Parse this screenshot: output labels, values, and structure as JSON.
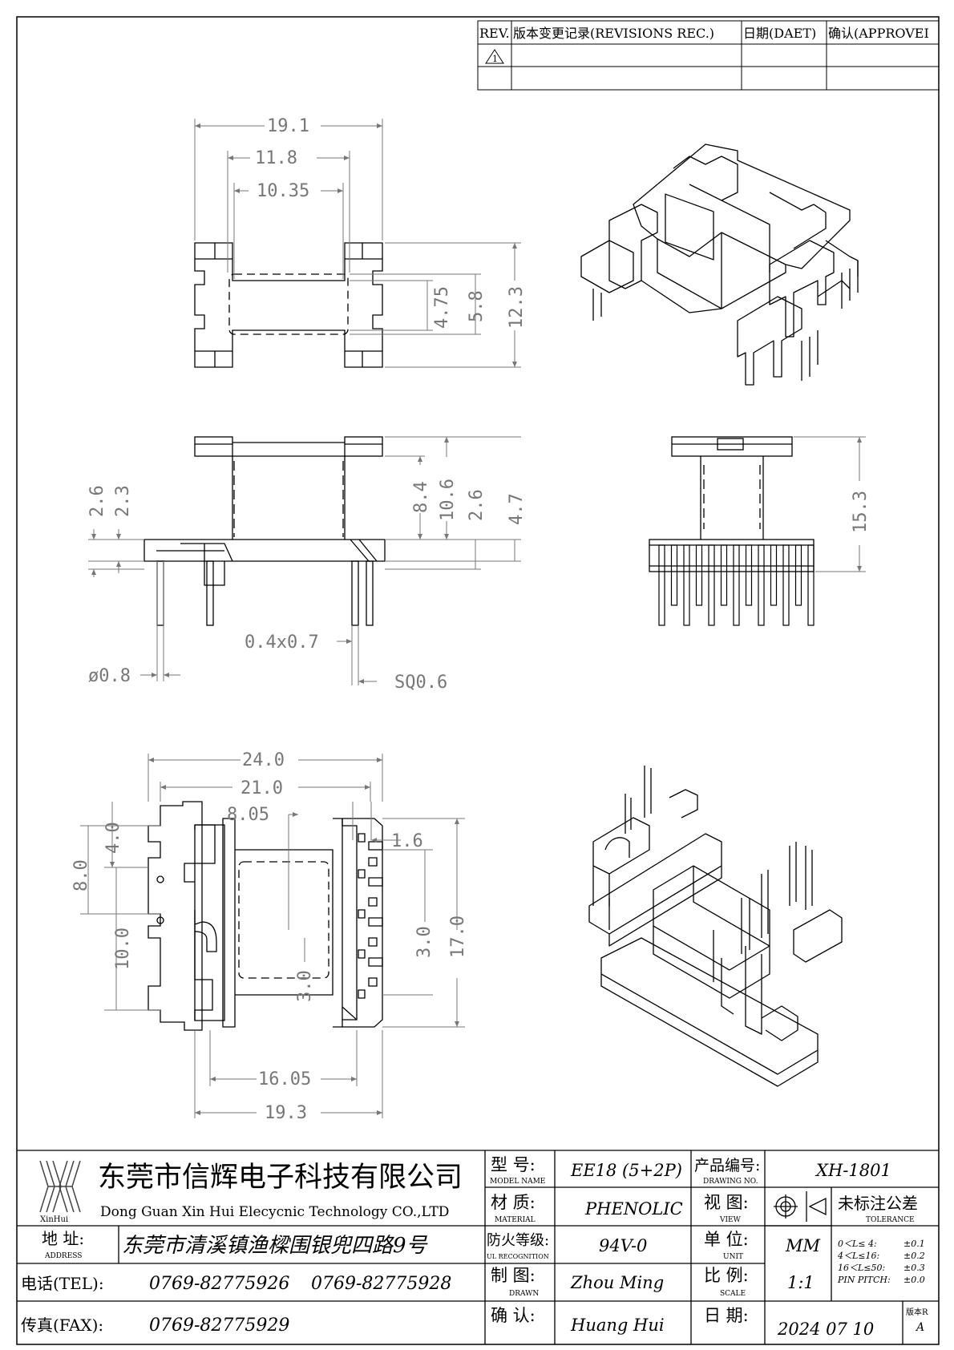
{
  "revision_table": {
    "headers": [
      "REV.",
      "版本变更记录(REVISIONS REC.)",
      "日期(DAET)",
      "确认(APPROVEI"
    ],
    "rev_symbol": "1"
  },
  "dimensions": {
    "top_view": [
      "19.1",
      "11.8",
      "10.35",
      "4.75",
      "5.8",
      "12.3"
    ],
    "front_view": [
      "2.6",
      "2.3",
      "8.4",
      "10.6",
      "2.6",
      "4.7",
      "0.4x0.7",
      "ø0.8",
      "SQ0.6"
    ],
    "side_view": [
      "15.3"
    ],
    "bottom_view": [
      "24.0",
      "21.0",
      "8.05",
      "1.6",
      "4.0",
      "8.0",
      "10.0",
      "3.0",
      "3.0",
      "17.0",
      "16.05",
      "19.3"
    ]
  },
  "title_block": {
    "logo_text": "XinHui",
    "company_cn": "东莞市信辉电子科技有限公司",
    "company_en": "Dong Guan Xin Hui Elecycnic Technology CO.,LTD",
    "address_label": "地 址:",
    "address_label_en": "ADDRESS",
    "address": "东莞市清溪镇渔樑围银兜四路9号",
    "tel_label": "电话(TEL):",
    "tel_1": "0769-82775926",
    "tel_2": "0769-82775928",
    "fax_label": "传真(FAX):",
    "fax": "0769-82775929",
    "model_label": "型 号:",
    "model_label_en": "MODEL NAME",
    "model": "EE18 (5+2P)",
    "material_label": "材 质:",
    "material_label_en": "MATERIAL",
    "material": "PHENOLIC",
    "fire_label": "防火等级:",
    "fire_label_en": "UL RECOGNITION",
    "fire": "94V-0",
    "drawn_label": "制 图:",
    "drawn_label_en": "DRAWN",
    "drawn": "Zhou Ming",
    "confirm_label": "确 认:",
    "confirm": "Huang Hui",
    "drawing_no_label": "产品编号:",
    "drawing_no_label_en": "DRAWING NO.",
    "drawing_no": "XH-1801",
    "view_label": "视 图:",
    "view_label_en": "VIEW",
    "unit_label": "单 位:",
    "unit_label_en": "UNIT",
    "unit": "MM",
    "scale_label": "比 例:",
    "scale_label_en": "SCALE",
    "scale": "1:1",
    "date_label": "日 期:",
    "date": "2024 07 10",
    "version_label": "版本R",
    "version": "A",
    "tolerance_title": "未标注公差",
    "tolerance_title_en": "TOLERANCE",
    "tolerances": [
      {
        "range": "0＜L≤ 4:",
        "value": "±0.1"
      },
      {
        "range": "4＜L≤16:",
        "value": "±0.2"
      },
      {
        "range": "16＜L≤50:",
        "value": "±0.3"
      },
      {
        "range": "PIN PITCH:",
        "value": "±0.0"
      }
    ]
  }
}
